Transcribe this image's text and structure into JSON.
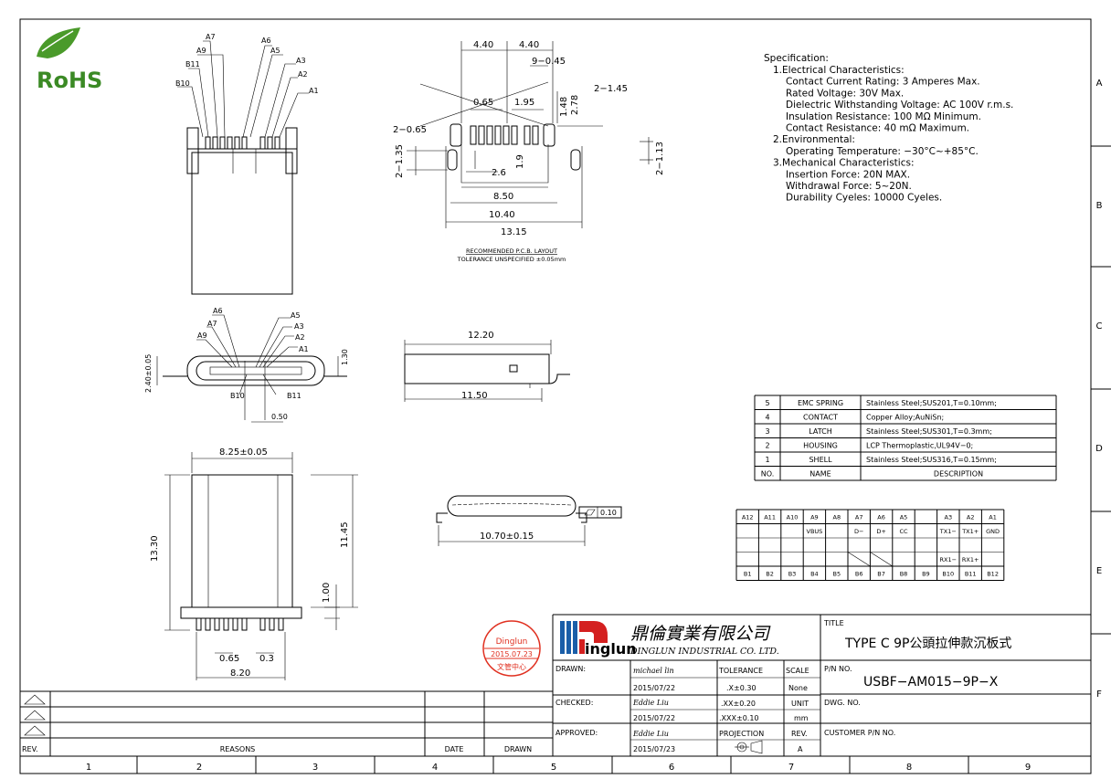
{
  "rohs": "RoHS",
  "specification": {
    "title": "Specification:",
    "lines": [
      "1.Electrical Characteristics:",
      "Contact Current Rating: 3 Amperes Max.",
      "Rated Voltage:  30V Max.",
      "Dielectric Withstanding Voltage: AC 100V r.m.s.",
      "Insulation Resistance: 100 MΩ Minimum.",
      "Contact Resistance: 40 mΩ Maximum.",
      "2.Environmental:",
      "Operating Temperature: −30°C~+85°C.",
      "3.Mechanical Characteristics:",
      "Insertion Force: 20N MAX.",
      "Withdrawal Force: 5~20N.",
      "Durability Cyeles: 10000 Cyeles."
    ]
  },
  "pcb_layout": {
    "title": "RECOMMENDED P.C.B. LAYOUT",
    "tolerance": "TOLERANCE UNSPECIFIED ±0.05mm",
    "dims": [
      "4.40",
      "4.40",
      "9−0.45",
      "2−1.45",
      "0.65",
      "1.95",
      "1.48",
      "2.78",
      "2−0.65",
      "2−1.35",
      "2.6",
      "1.9",
      "2−1.13",
      "8.50",
      "10.40",
      "13.15"
    ]
  },
  "top_view": {
    "pins": [
      "A7",
      "A6",
      "A9",
      "A5",
      "A3",
      "B11",
      "A2",
      "B10",
      "A1"
    ]
  },
  "front_view": {
    "pins": [
      "A6",
      "A5",
      "A7",
      "A3",
      "A9",
      "A2",
      "A1",
      "B10",
      "B11"
    ],
    "dims": [
      "2.40±0.05",
      "1.30",
      "0.50"
    ]
  },
  "side_view": {
    "dims": [
      "12.20",
      "11.50"
    ]
  },
  "bottom_view": {
    "dims": [
      "8.25±0.05",
      "13.30",
      "11.45",
      "1.00",
      "0.65",
      "0.3",
      "8.20"
    ]
  },
  "profile_view": {
    "dims": [
      "0.10",
      "10.70±0.15"
    ]
  },
  "bom": {
    "rows": [
      {
        "no": "5",
        "name": "EMC SPRING",
        "desc": "Stainless Steel;SUS201,T=0.10mm;"
      },
      {
        "no": "4",
        "name": "CONTACT",
        "desc": "Copper Alloy;AuNiSn;"
      },
      {
        "no": "3",
        "name": "LATCH",
        "desc": "Stainless Steel;SUS301,T=0.3mm;"
      },
      {
        "no": "2",
        "name": "HOUSING",
        "desc": "LCP Thermoplastic,UL94V−0;"
      },
      {
        "no": "1",
        "name": "SHELL",
        "desc": "Stainless Steel;SUS316,T=0.15mm;"
      }
    ],
    "header": {
      "no": "NO.",
      "name": "NAME",
      "desc": "DESCRIPTION"
    }
  },
  "pinout": {
    "top": [
      "A12",
      "A11",
      "A10",
      "A9",
      "A8",
      "A7",
      "A6",
      "A5",
      "",
      "A3",
      "A2",
      "A1"
    ],
    "top_sig": [
      "",
      "",
      "",
      "VBUS",
      "",
      "D−",
      "D+",
      "CC",
      "",
      "TX1−",
      "TX1+",
      "GND"
    ],
    "bot_sig": [
      "",
      "",
      "",
      "",
      "",
      "",
      "",
      "",
      "",
      "RX1−",
      "RX1+",
      ""
    ],
    "bottom": [
      "B1",
      "B2",
      "B3",
      "B4",
      "B5",
      "B6",
      "B7",
      "B8",
      "B9",
      "B10",
      "B11",
      "B12"
    ]
  },
  "stamp": {
    "line1": "Dinglun",
    "line2": "2015.07.23",
    "line3": "文管中心"
  },
  "company": {
    "logo_text": "inglun",
    "name_cn": "鼎倫實業有限公司",
    "name_en": "DINGLUN INDUSTRIAL CO. LTD."
  },
  "title_block": {
    "drawn_label": "DRAWN:",
    "drawn_by": "michael lin",
    "drawn_date": "2015/07/22",
    "checked_label": "CHECKED:",
    "checked_by": "Eddie Liu",
    "checked_date": "2015/07/22",
    "approved_label": "APPROVED:",
    "approved_by": "Eddie Liu",
    "approved_date": "2015/07/23",
    "tolerance_label": "TOLERANCE",
    "tol1": ".X±0.30",
    "tol2": ".XX±0.20",
    "tol3": ".XXX±0.10",
    "projection_label": "PROJECTION",
    "scale_label": "SCALE",
    "scale": "None",
    "unit_label": "UNIT",
    "unit": "mm",
    "rev_label": "REV.",
    "rev": "A",
    "title_label": "TITLE",
    "title": "TYPE C 9P公頭拉伸款沉板式",
    "pn_label": "P/N NO.",
    "pn": "USBF−AM015−9P−X",
    "dwg_label": "DWG. NO.",
    "customer_label": "CUSTOMER P/N NO."
  },
  "revision_block": {
    "rev": "REV.",
    "reasons": "REASONS",
    "date": "DATE",
    "drawn": "DRAWN"
  },
  "grid": {
    "cols": [
      "1",
      "2",
      "3",
      "4",
      "5",
      "6",
      "7",
      "8",
      "9"
    ],
    "rows": [
      "A",
      "B",
      "C",
      "D",
      "E",
      "F"
    ]
  }
}
